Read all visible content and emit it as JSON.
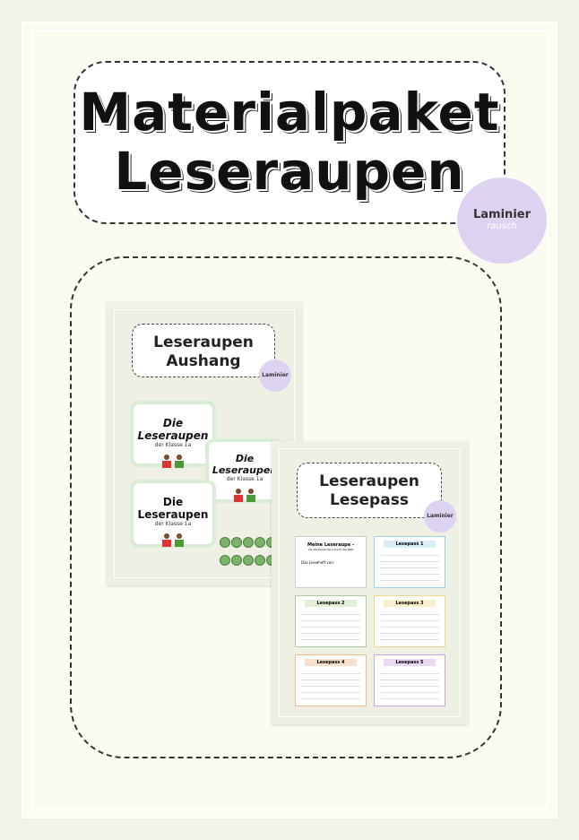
{
  "title": {
    "line1": "Materialpaket",
    "line2": "Leseraupen"
  },
  "brand": {
    "word": "Laminier",
    "script": "rausch"
  },
  "aushang": {
    "title_line1": "Leseraupen",
    "title_line2": "Aushang",
    "badge": "Laminier"
  },
  "cards": [
    {
      "title": "Die Leseraupen",
      "subtitle": "der Klasse 1a"
    },
    {
      "title": "Die Leseraupen",
      "subtitle": "der Klasse 1a"
    },
    {
      "title": "Die Leseraupen",
      "subtitle": "der Klasse 1a"
    }
  ],
  "lesepass": {
    "title_line1": "Leseraupen",
    "title_line2": "Lesepass",
    "badge": "Laminier",
    "cover": {
      "title": "Meine Leseraupe -",
      "subtitle": "mit Kinderbüchern durch die Welt",
      "label": "Das Lieseheft von:"
    },
    "passes": [
      {
        "label": "Lesepass 1",
        "color": "#9fd0e8"
      },
      {
        "label": "Lesepass 2",
        "color": "#a9cf9a"
      },
      {
        "label": "Lesepass 3",
        "color": "#f0d98a"
      },
      {
        "label": "Lesepass 4",
        "color": "#f0b98e"
      },
      {
        "label": "Lesepass 5",
        "color": "#c9a8de"
      }
    ]
  }
}
